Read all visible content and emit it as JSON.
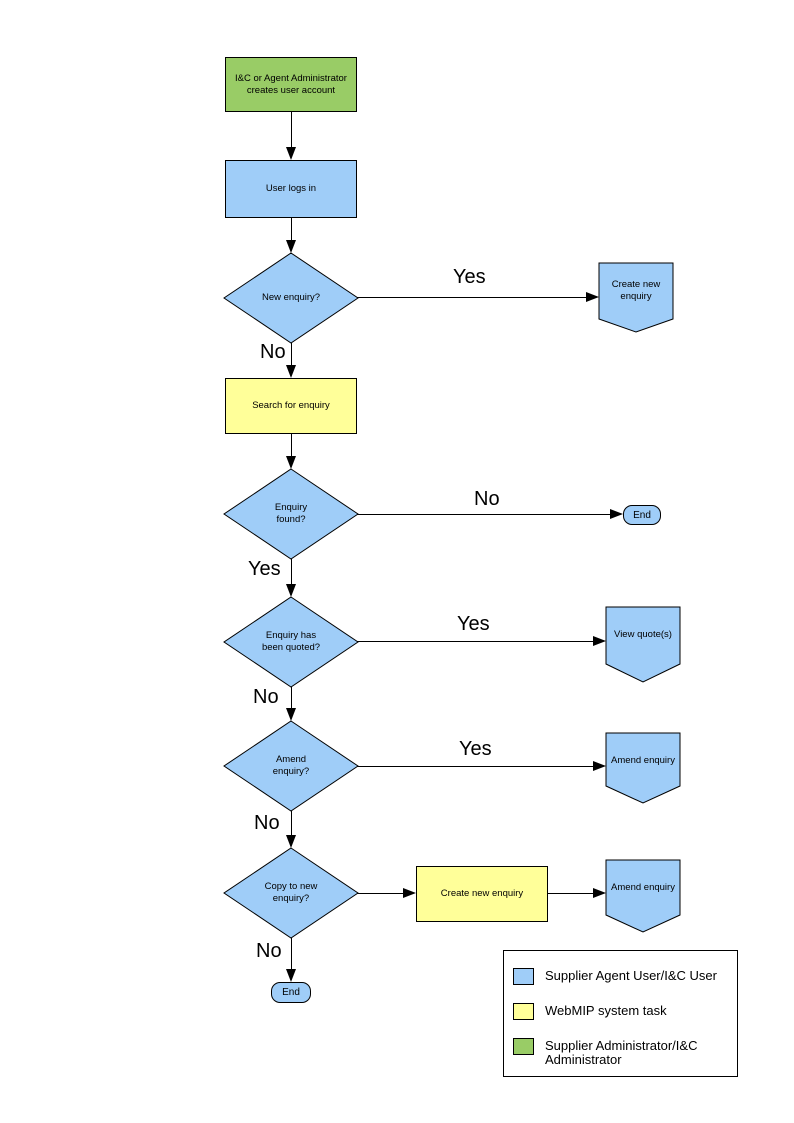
{
  "colors": {
    "user_blue": "#9FCDF8",
    "system_yellow": "#FFFF99",
    "admin_green": "#99CC66"
  },
  "nodes": {
    "create_account": {
      "label": "I&C or Agent Administrator\ncreates user account"
    },
    "user_logs_in": {
      "label": "User logs in"
    },
    "new_enquiry": {
      "label": "New enquiry?"
    },
    "create_new_enquiry_top": {
      "label": "Create new\nenquiry"
    },
    "search_for_enquiry": {
      "label": "Search for enquiry"
    },
    "enquiry_found": {
      "label": "Enquiry\nfound?"
    },
    "end_right": {
      "label": "End"
    },
    "enquiry_quoted": {
      "label": "Enquiry has\nbeen quoted?"
    },
    "view_quotes": {
      "label": "View quote(s)"
    },
    "amend_enquiry_decision": {
      "label": "Amend\nenquiry?"
    },
    "amend_enquiry": {
      "label": "Amend enquiry"
    },
    "copy_to_new_enquiry": {
      "label": "Copy to new\nenquiry?"
    },
    "create_new_enquiry_bottom": {
      "label": "Create new enquiry"
    },
    "amend_enquiry_bottom": {
      "label": "Amend enquiry"
    },
    "end_bottom": {
      "label": "End"
    }
  },
  "edge_labels": {
    "new_enquiry_yes": "Yes",
    "new_enquiry_no": "No",
    "enquiry_found_no": "No",
    "enquiry_found_yes": "Yes",
    "quoted_yes": "Yes",
    "quoted_no": "No",
    "amend_yes": "Yes",
    "amend_no": "No",
    "copy_no": "No"
  },
  "legend": {
    "items": [
      {
        "label": "Supplier Agent User/I&C User"
      },
      {
        "label": "WebMIP system task"
      },
      {
        "label": "Supplier Administrator/I&C\nAdministrator"
      }
    ]
  }
}
